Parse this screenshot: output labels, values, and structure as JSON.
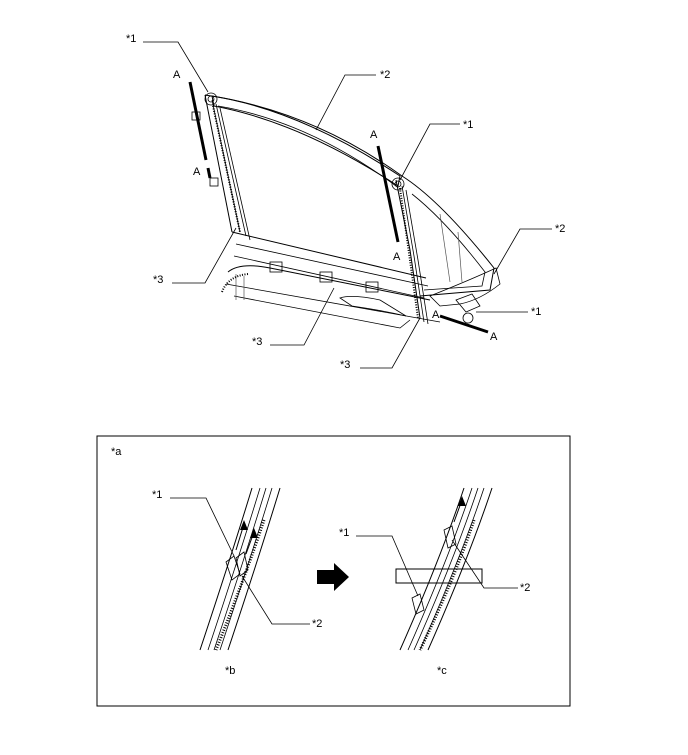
{
  "callouts": {
    "part1": "*1",
    "part2": "*2",
    "part3": "*3"
  },
  "section_marker": "A",
  "inset": {
    "label": "*a",
    "left_view_label": "*b",
    "right_view_label": "*c"
  }
}
